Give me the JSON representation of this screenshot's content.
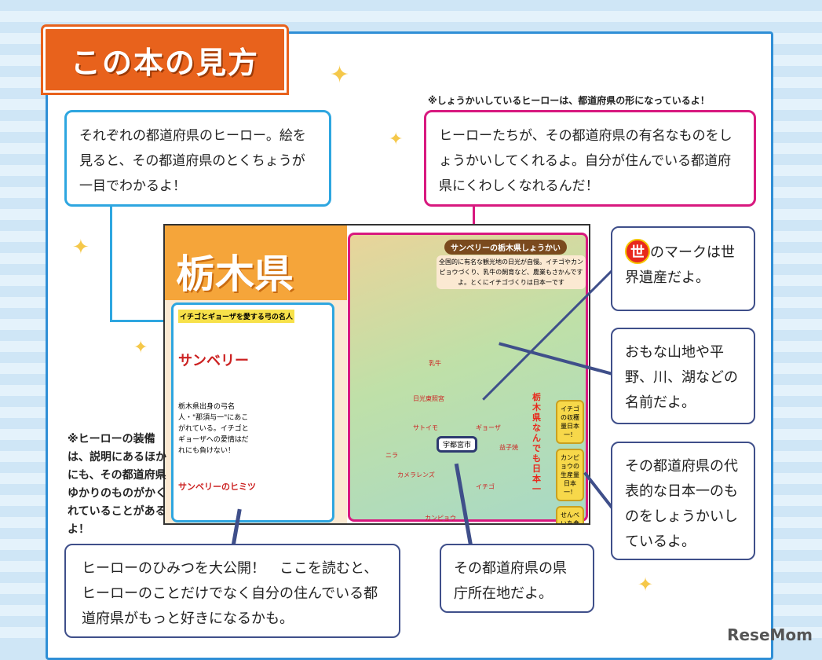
{
  "title": "この本の見方",
  "top_note": "※しょうかいしているヒーローは、都道府県の形になっているよ！",
  "callouts": {
    "hero": "それぞれの都道府県のヒーロー。絵を見ると、その都道府県のとくちょうが一目でわかるよ！",
    "intro": "ヒーローたちが、その都道府県の有名なものをしょうかいしてくれるよ。自分が住んでいる都道府県にくわしくなれるんだ！",
    "world_heritage_mark": "世",
    "world_heritage": "のマークは世界遺産だよ。",
    "geography": "おもな山地や平野、川、湖などの名前だよ。",
    "nippon_ichi": "その都道府県の代表的な日本一のものをしょうかいしているよ。",
    "secret": "ヒーローのひみつを大公開！　ここを読むと、ヒーローのことだけでなく自分の住んでいる都道府県がもっと好きになるかも。",
    "capital": "その都道府県の県庁所在地だよ。"
  },
  "side_note": "※ヒーローの装備は、説明にあるほかにも、その都道府県ゆかりのものがかくれていることがあるよ！",
  "inset": {
    "prefecture": "栃木県",
    "hero_tagline": "イチゴとギョーザを愛する弓の名人",
    "hero_name": "サンベリー",
    "hero_desc": "栃木県出身の弓名人・\"那須与一\"にあこがれている。イチゴとギョーザへの愛情はだれにも負けない！",
    "secret_heading": "サンベリーのヒミツ",
    "map_heading": "サンベリーの栃木県しょうかい",
    "map_intro": "全国的に有名な観光地の日光が自慢。イチゴやカンピョウづくり、乳牛の飼育など、農業もさかんですよ。とくにイチゴづくりは日本一です",
    "capital_label": "宇都宮市",
    "map_labels": [
      "乳牛",
      "日光東照宮",
      "サトイモ",
      "ギョーザ",
      "ニラ",
      "カメラレンズ",
      "イチゴ",
      "カンピョウ",
      "益子焼"
    ],
    "nippon_items": [
      "イチゴの収穫量日本一！",
      "カンピョウの生産量日本一！",
      "せんべいを食べる量日本一！"
    ],
    "nippon_banner": "栃木県なんでも日本一"
  },
  "watermark": "ReseMom",
  "colors": {
    "orange": "#e8621c",
    "blue": "#2ea6e0",
    "pink": "#d8197f",
    "navy": "#3f4f8a"
  }
}
